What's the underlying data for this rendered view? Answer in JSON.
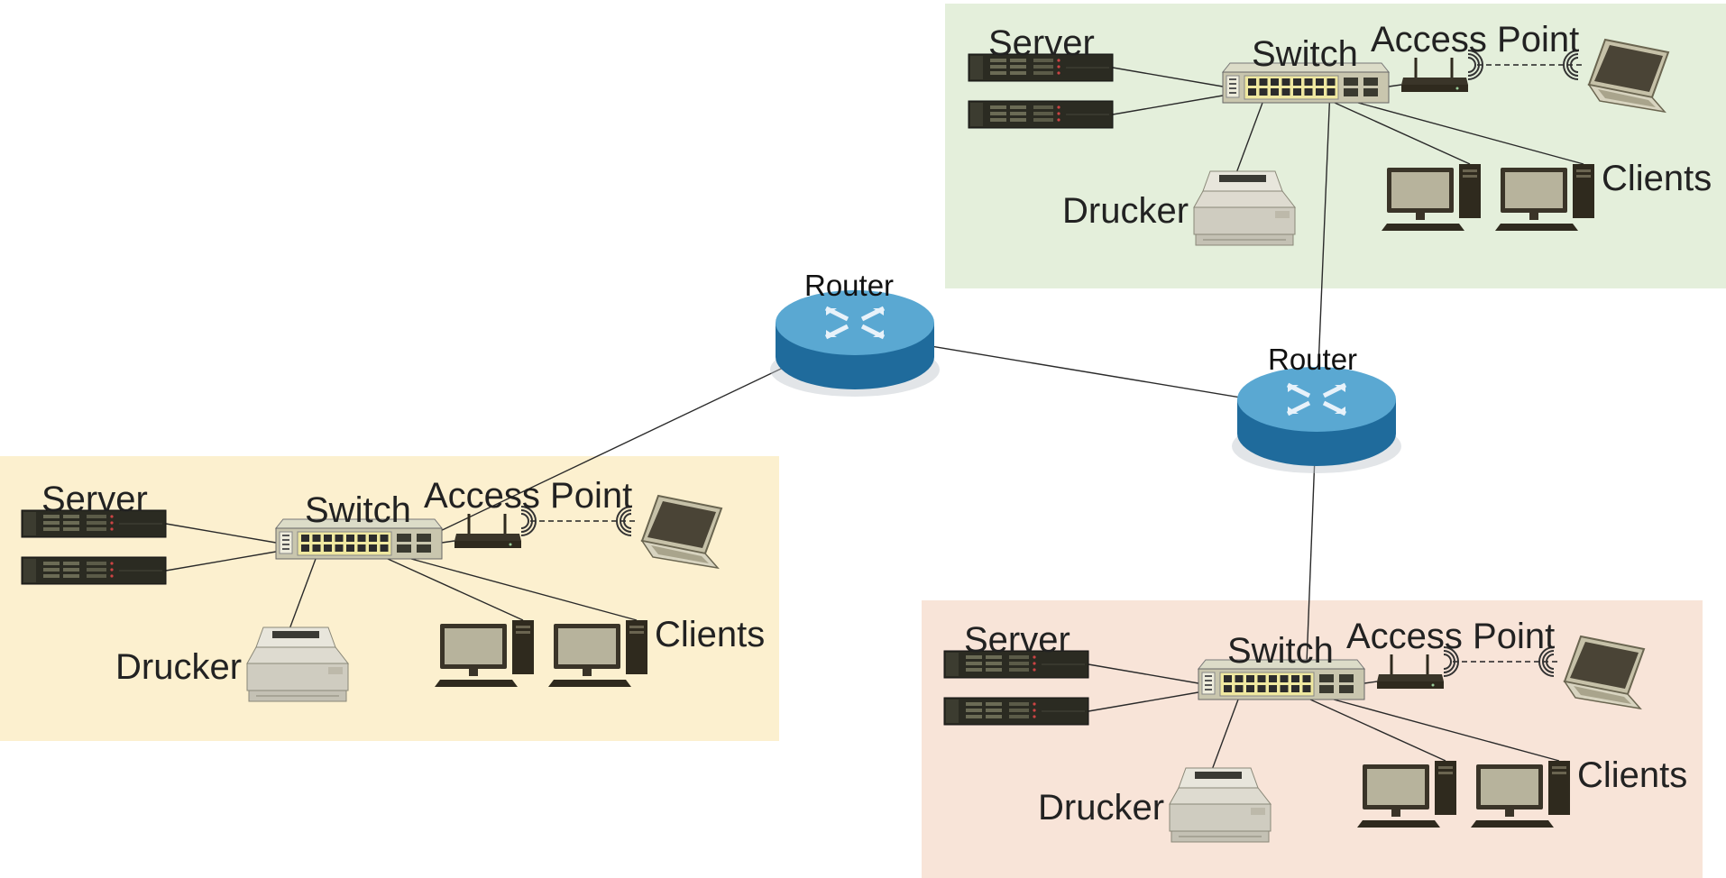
{
  "diagram": {
    "routers": [
      {
        "id": "router_left",
        "label": "Router"
      },
      {
        "id": "router_right",
        "label": "Router"
      }
    ],
    "sites": [
      {
        "id": "site_green",
        "color": "#e4efdb",
        "labels": {
          "server": "Server",
          "switch": "Switch",
          "access_point": "Access Point",
          "drucker": "Drucker",
          "clients": "Clients"
        }
      },
      {
        "id": "site_yellow",
        "color": "#fcf0cf",
        "labels": {
          "server": "Server",
          "switch": "Switch",
          "access_point": "Access Point",
          "drucker": "Drucker",
          "clients": "Clients"
        }
      },
      {
        "id": "site_peach",
        "color": "#f8e4d8",
        "labels": {
          "server": "Server",
          "switch": "Switch",
          "access_point": "Access Point",
          "drucker": "Drucker",
          "clients": "Clients"
        }
      }
    ],
    "connections": [
      [
        "router_left",
        "router_right"
      ],
      [
        "router_left",
        "site_yellow.switch"
      ],
      [
        "router_right",
        "site_green.switch"
      ],
      [
        "router_right",
        "site_peach.switch"
      ]
    ],
    "icons": {
      "router": "router-icon",
      "server": "rack-server-icon",
      "switch": "network-switch-icon",
      "access_point": "wireless-access-point-icon",
      "laptop": "laptop-icon",
      "printer": "printer-icon",
      "desktop": "desktop-computer-icon"
    },
    "colors": {
      "router_top": "#5aa8d2",
      "router_side": "#1f6b9c",
      "device_dark": "#2f2a1e",
      "line": "#2a2a2a"
    }
  }
}
